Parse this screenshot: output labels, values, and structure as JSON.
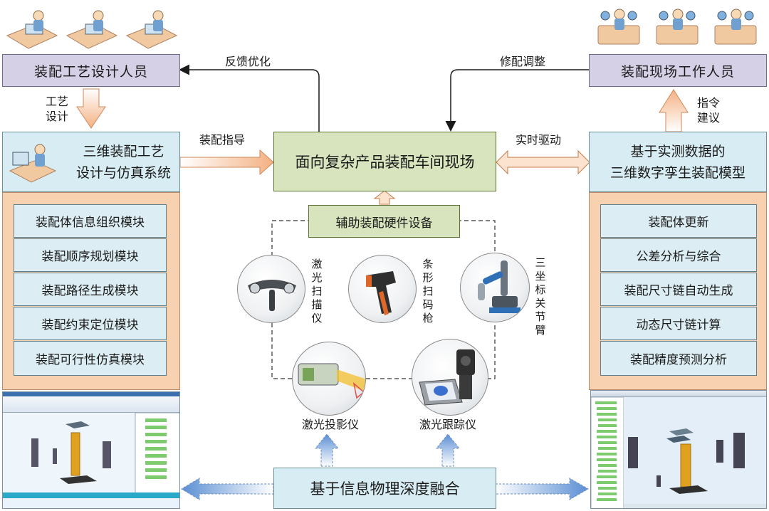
{
  "designers_title": "装配工艺设计人员",
  "workers_title": "装配现场工作人员",
  "feedback_label": "反馈优化",
  "adjust_label": "修配调整",
  "process_design_label": "工艺设计",
  "instruction_label": "指令建议",
  "assembly_guide_label": "装配指导",
  "realtime_label": "实时驱动",
  "left_system": {
    "line1": "三维装配工艺",
    "line2": "设计与仿真系统"
  },
  "center_site": "面向复杂产品装配车间现场",
  "right_model": {
    "line1": "基于实测数据的",
    "line2": "三维数字孪生装配模型"
  },
  "left_modules": [
    "装配体信息组织模块",
    "装配顺序规划模块",
    "装配路径生成模块",
    "装配约束定位模块",
    "装配可行性仿真模块"
  ],
  "right_modules": [
    "装配体更新",
    "公差分析与综合",
    "装配尺寸链自动生成",
    "动态尺寸链计算",
    "装配精度预测分析"
  ],
  "hardware_title": "辅助装配硬件设备",
  "devices": {
    "laser_scanner": "激光扫描仪",
    "barcode_gun": "条形扫码枪",
    "cmm_arm": "三坐标关节臂",
    "laser_projector": "激光投影仪",
    "laser_tracker": "激光跟踪仪"
  },
  "bottom_label": "基于信息物理深度融合",
  "colors": {
    "purple": "#d5d0e6",
    "blue": "#d8edf3",
    "green": "#d7e4bd",
    "peach": "#f8d1b0",
    "arrow_orange": "#f4b183",
    "arrow_blue": "#5b8fd4"
  }
}
